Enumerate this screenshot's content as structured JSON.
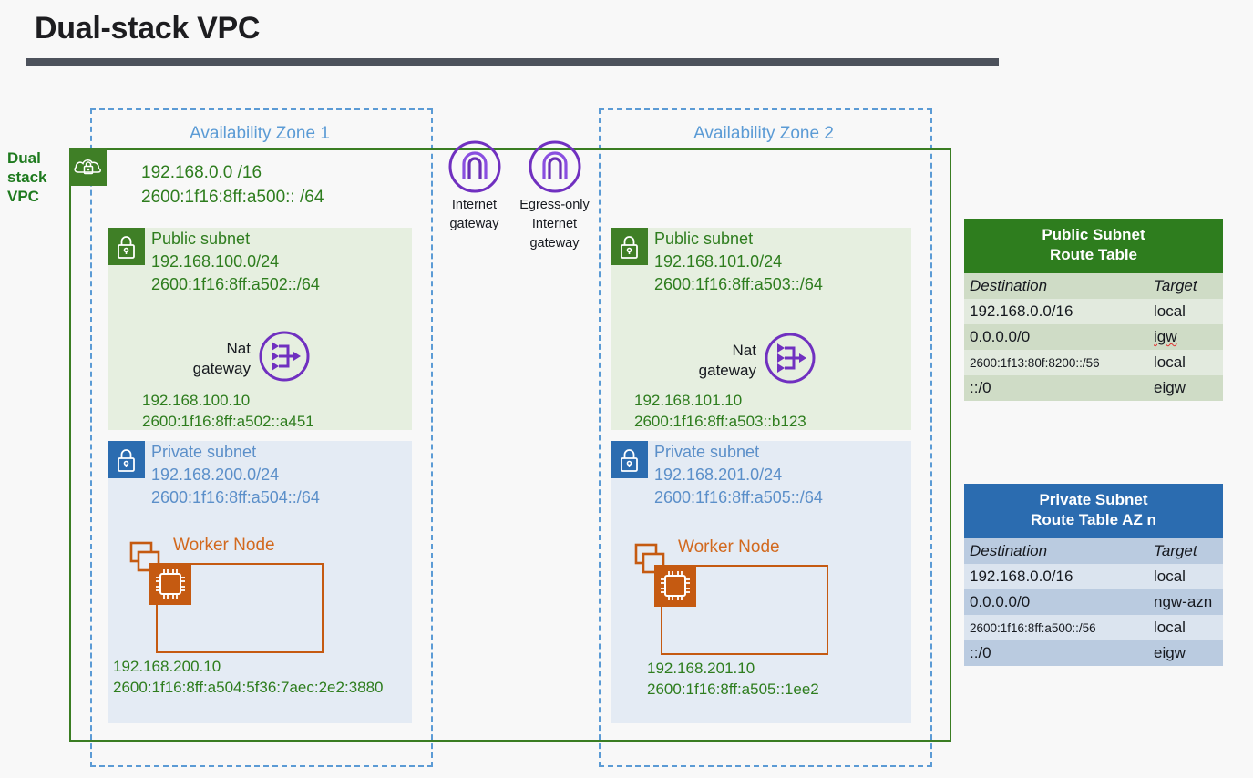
{
  "title": "Dual-stack VPC",
  "vpc": {
    "side_label": "Dual stack VPC",
    "icon_name": "vpc-cloud-lock-icon",
    "cidr_ipv4": "192.168.0.0 /16",
    "cidr_ipv6": "2600:1f16:8ff:a500:: /64"
  },
  "gateways": [
    {
      "id": "igw",
      "label_line1": "Internet",
      "label_line2": "gateway",
      "label_line3": "",
      "icon": "internet-gateway-icon"
    },
    {
      "id": "eigw",
      "label_line1": "Egress-only",
      "label_line2": "Internet",
      "label_line3": "gateway",
      "icon": "egress-only-internet-gateway-icon"
    }
  ],
  "availability_zones": [
    {
      "label": "Availability Zone 1",
      "public_subnet": {
        "title": "Public subnet",
        "cidr_ipv4": "192.168.100.0/24",
        "cidr_ipv6": "2600:1f16:8ff:a502::/64",
        "nat_gateway": {
          "label_line1": "Nat",
          "label_line2": "gateway",
          "ipv4": "192.168.100.10",
          "ipv6": "2600:1f16:8ff:a502::a451"
        }
      },
      "private_subnet": {
        "title": "Private subnet",
        "cidr_ipv4": "192.168.200.0/24",
        "cidr_ipv6": "2600:1f16:8ff:a504::/64",
        "worker_node": {
          "title": "Worker Node",
          "ipv4": "192.168.200.10",
          "ipv6": "2600:1f16:8ff:a504:5f36:7aec:2e2:3880"
        }
      }
    },
    {
      "label": "Availability Zone 2",
      "public_subnet": {
        "title": "Public subnet",
        "cidr_ipv4": "192.168.101.0/24",
        "cidr_ipv6": "2600:1f16:8ff:a503::/64",
        "nat_gateway": {
          "label_line1": "Nat",
          "label_line2": "gateway",
          "ipv4": "192.168.101.10",
          "ipv6": "2600:1f16:8ff:a503::b123"
        }
      },
      "private_subnet": {
        "title": "Private subnet",
        "cidr_ipv4": "192.168.201.0/24",
        "cidr_ipv6": "2600:1f16:8ff:a505::/64",
        "worker_node": {
          "title": "Worker Node",
          "ipv4": "192.168.201.10",
          "ipv6": "2600:1f16:8ff:a505::1ee2"
        }
      }
    }
  ],
  "route_tables": [
    {
      "title_line1": "Public Subnet",
      "title_line2": "Route Table",
      "headers": {
        "destination": "Destination",
        "target": "Target"
      },
      "rows": [
        {
          "destination": "192.168.0.0/16",
          "target": "local",
          "small": false,
          "misspelled": false
        },
        {
          "destination": "0.0.0.0/0",
          "target": "igw",
          "small": false,
          "misspelled": true
        },
        {
          "destination": "2600:1f13:80f:8200::/56",
          "target": "local",
          "small": true,
          "misspelled": false
        },
        {
          "destination": "::/0",
          "target": "eigw",
          "small": false,
          "misspelled": false
        }
      ]
    },
    {
      "title_line1": "Private Subnet",
      "title_line2": "Route Table AZ n",
      "headers": {
        "destination": "Destination",
        "target": "Target"
      },
      "rows": [
        {
          "destination": "192.168.0.0/16",
          "target": "local",
          "small": false,
          "misspelled": false
        },
        {
          "destination": "0.0.0.0/0",
          "target": "ngw-azn",
          "small": false,
          "misspelled": false
        },
        {
          "destination": "2600:1f16:8ff:a500::/56",
          "target": "local",
          "small": true,
          "misspelled": false
        },
        {
          "destination": "::/0",
          "target": "eigw",
          "small": false,
          "misspelled": false
        }
      ]
    }
  ],
  "colors": {
    "vpc_green": "#3a7d22",
    "subnet_green_text": "#2e7d1e",
    "subnet_blue_text": "#5b8fc9",
    "az_blue": "#5b9bd5",
    "gateway_purple": "#7030c0",
    "worker_orange": "#c55a11",
    "title_rule": "#4d525c",
    "background": "#f8f8f8"
  }
}
